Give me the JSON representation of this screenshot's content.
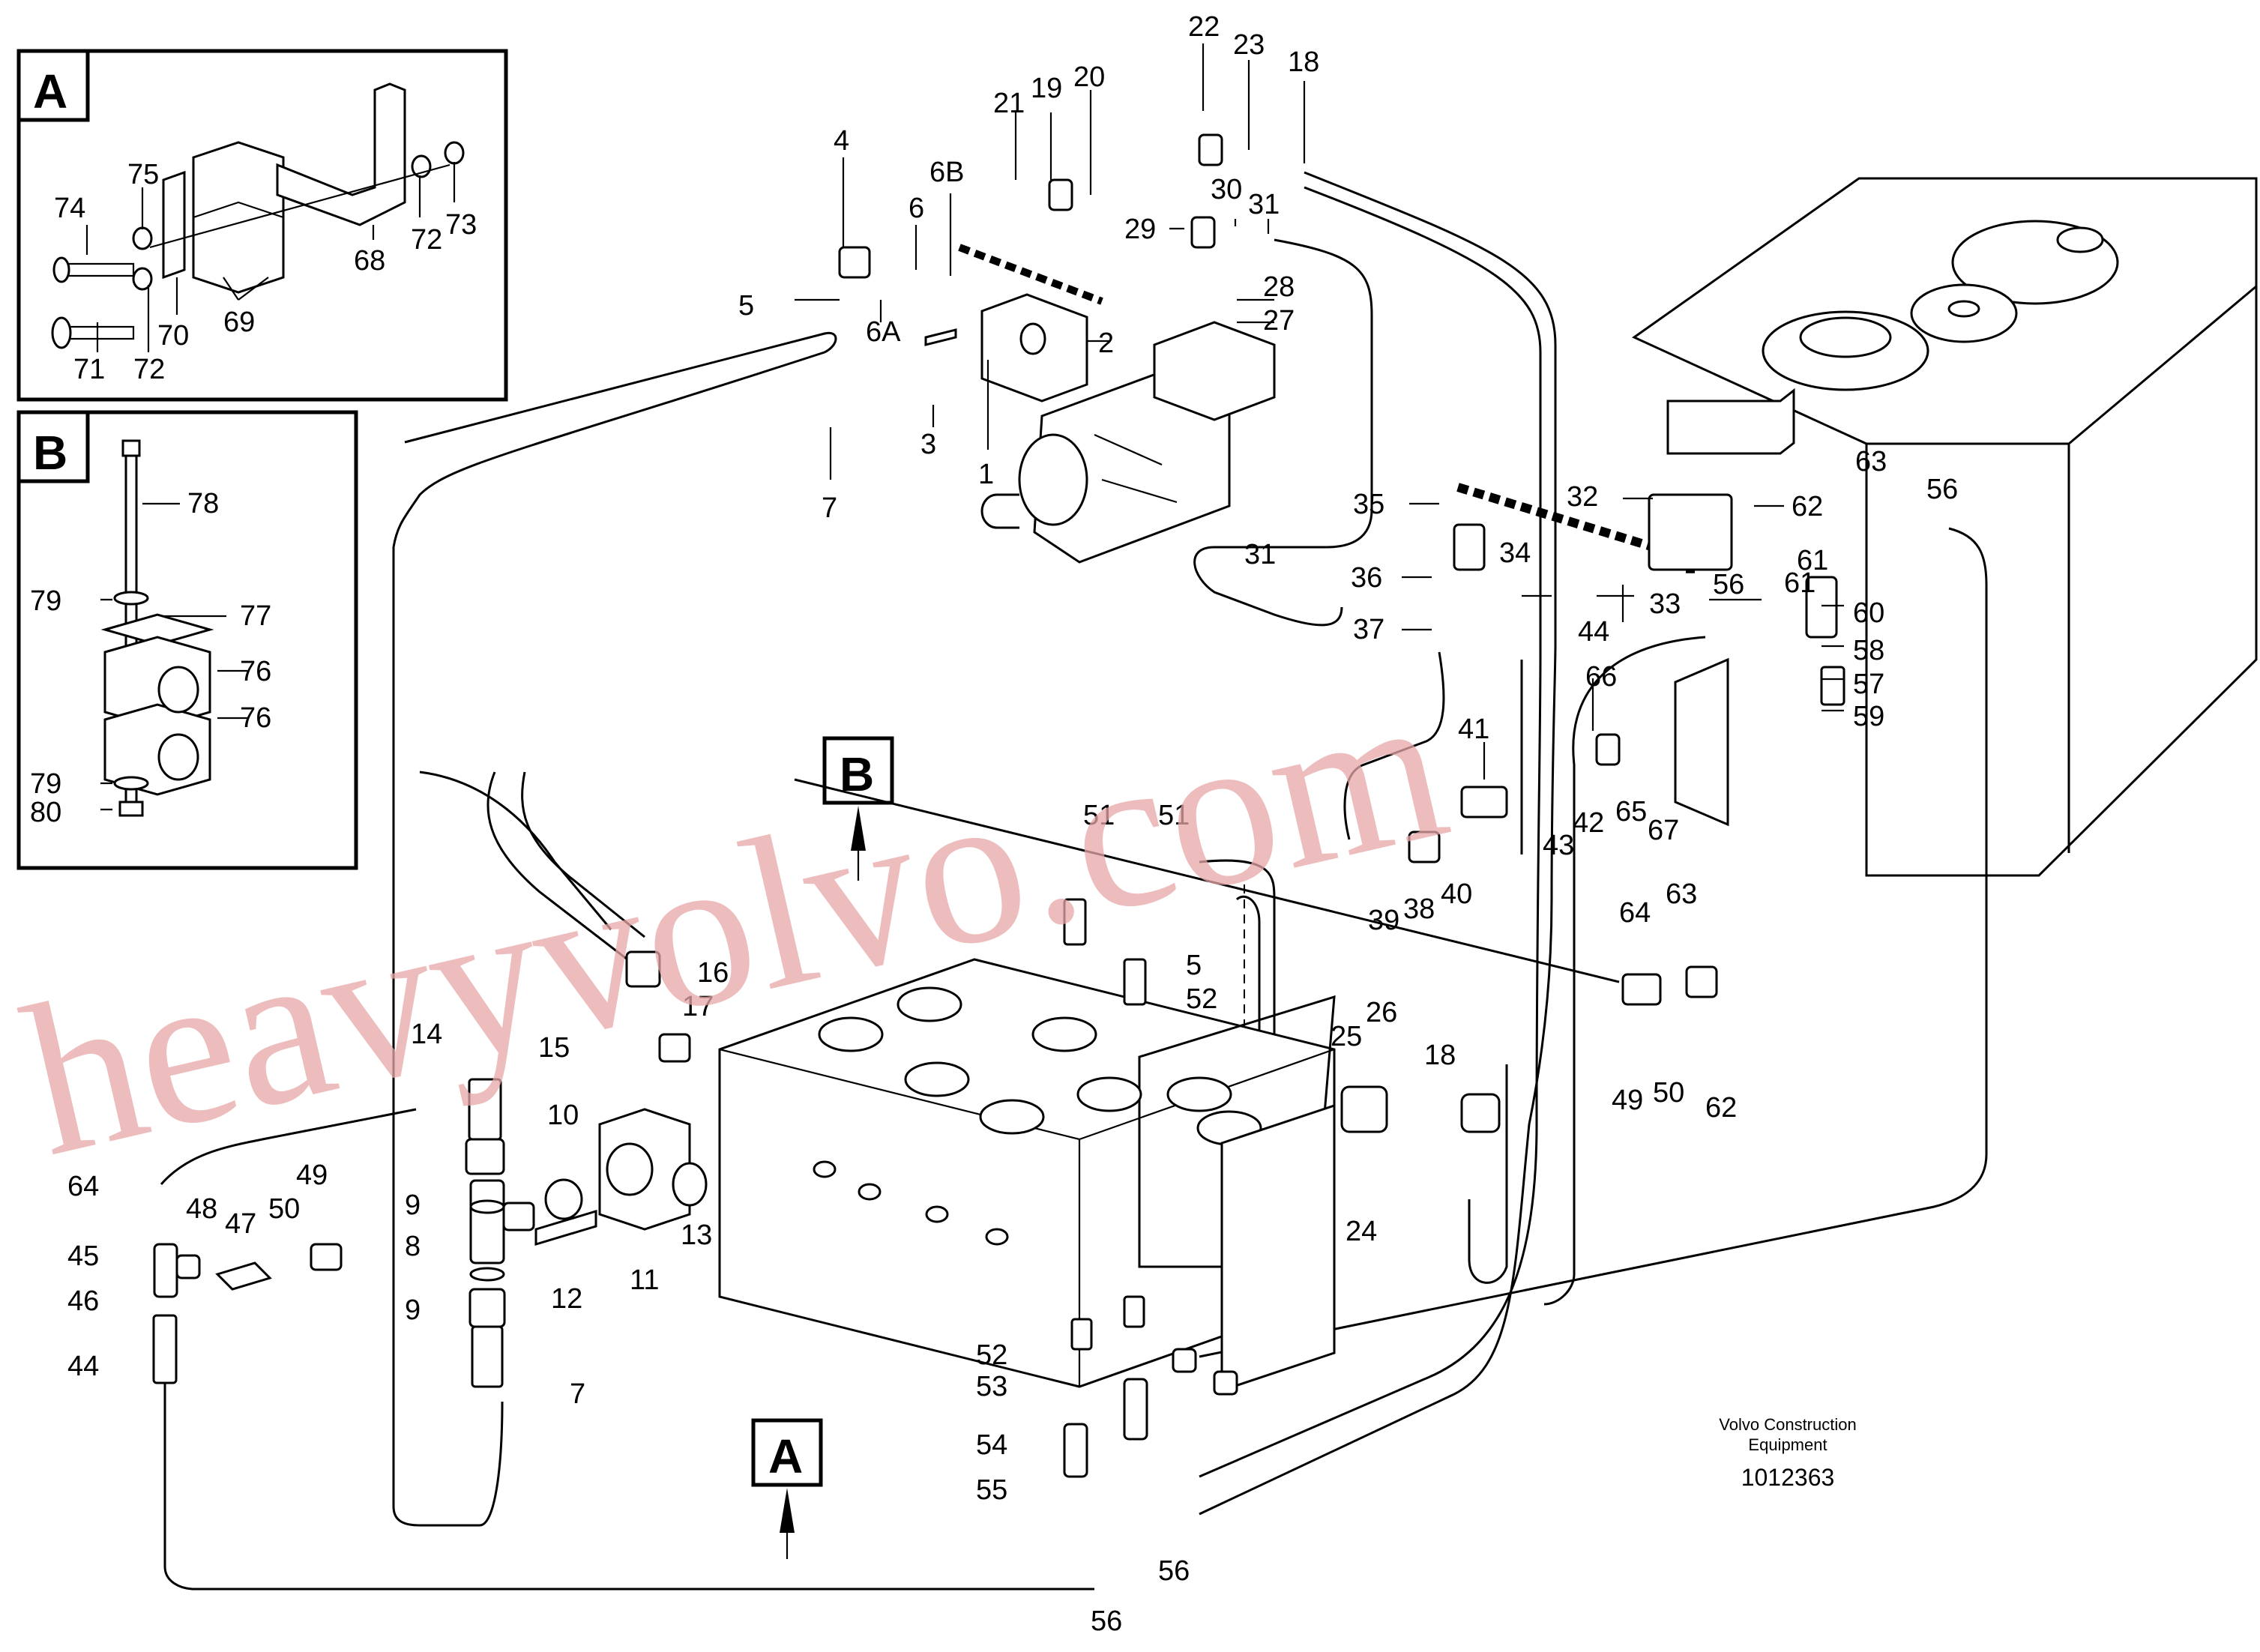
{
  "diagram": {
    "detail_a": {
      "letter": "A",
      "labels": [
        "74",
        "75",
        "71",
        "72",
        "70",
        "69",
        "68",
        "72",
        "73"
      ]
    },
    "detail_b": {
      "letter": "B",
      "labels": [
        "78",
        "79",
        "77",
        "76",
        "76",
        "79",
        "80"
      ]
    },
    "main_labels": [
      "22",
      "23",
      "18",
      "21",
      "19",
      "20",
      "4",
      "6B",
      "6",
      "5",
      "6A",
      "2",
      "3",
      "1",
      "7",
      "29",
      "30",
      "31",
      "28",
      "27",
      "32",
      "35",
      "34",
      "31",
      "36",
      "33",
      "37",
      "44",
      "63",
      "56",
      "62",
      "61",
      "60",
      "58",
      "57",
      "59",
      "56",
      "61",
      "66",
      "41",
      "43",
      "42",
      "65",
      "67",
      "39",
      "38",
      "40",
      "51",
      "51",
      "5",
      "52",
      "B",
      "16",
      "14",
      "15",
      "17",
      "26",
      "25",
      "18",
      "10",
      "64",
      "63",
      "49",
      "50",
      "62",
      "9",
      "8",
      "9",
      "7",
      "64",
      "45",
      "48",
      "47",
      "50",
      "49",
      "46",
      "44",
      "12",
      "11",
      "13",
      "24",
      "52",
      "53",
      "54",
      "55",
      "A",
      "56",
      "56"
    ],
    "arrow_letters": [
      "B",
      "A"
    ],
    "watermark": "heavyvolvo.com"
  },
  "footer": {
    "company_line1": "Volvo Construction",
    "company_line2": "Equipment",
    "drawing_number": "1012363"
  }
}
